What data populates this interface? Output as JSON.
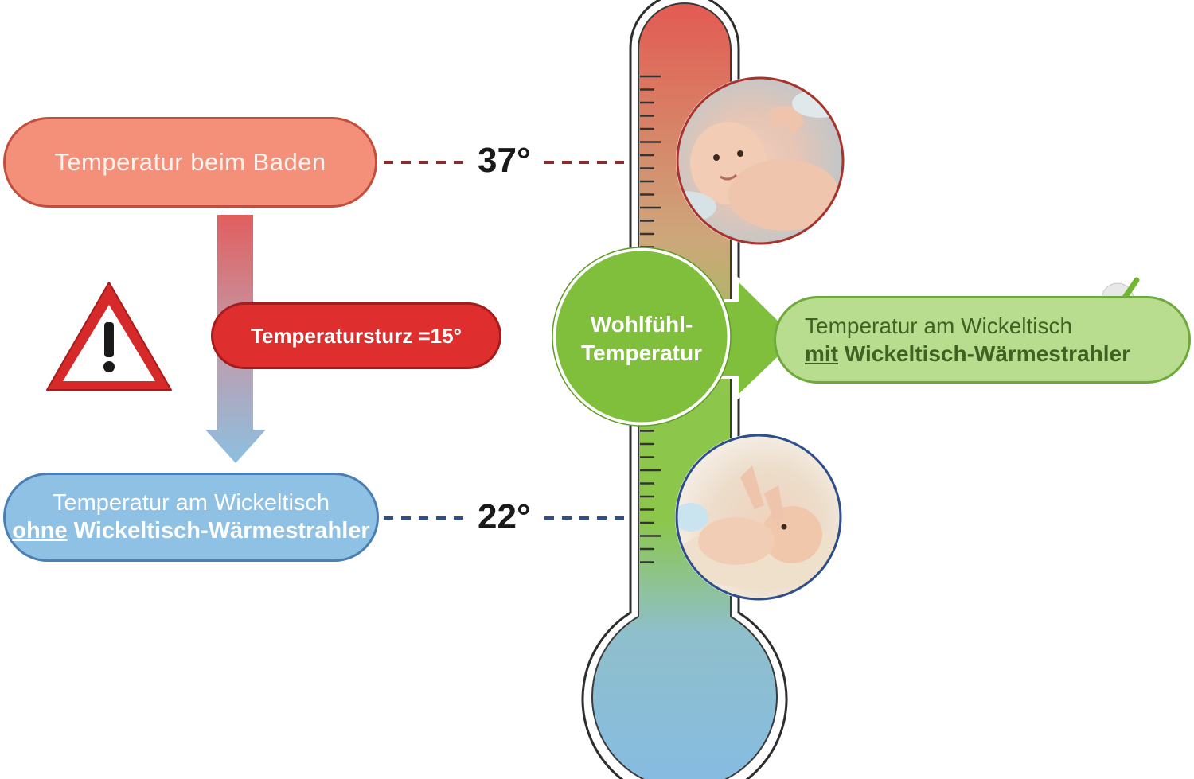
{
  "bath": {
    "label": "Temperatur beim Baden",
    "temperature": "37°"
  },
  "drop": {
    "label": "Temperatursturz =15°"
  },
  "without_heater": {
    "line1": "Temperatur am Wickeltisch",
    "keyword": "ohne",
    "rest": "Wickeltisch-Wärmestrahler",
    "temperature": "22°"
  },
  "comfort": {
    "line1": "Wohlfühl-",
    "line2": "Temperatur"
  },
  "with_heater": {
    "line1": "Temperatur am Wickeltisch",
    "keyword": "mit",
    "rest": "Wickeltisch-Wärmestrahler"
  },
  "colors": {
    "warm_red": "#e4524a",
    "comfort_green": "#88c540",
    "cool_blue": "#7fb4df",
    "warning_red": "#d62a2a"
  },
  "icons": [
    "warning-triangle-icon",
    "check-icon",
    "plus-icon",
    "heater-icon"
  ]
}
